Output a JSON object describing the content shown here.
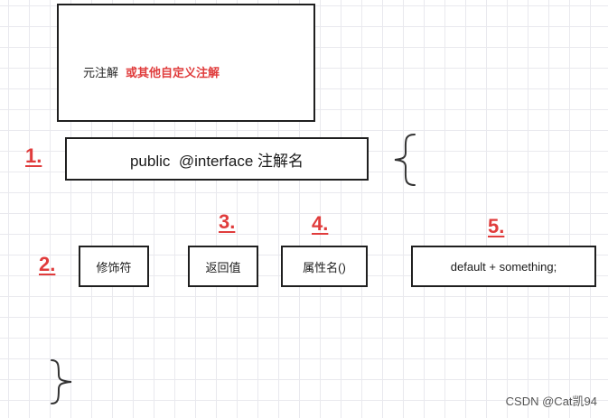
{
  "meta_box": {
    "text": "元注解",
    "text_highlight": "或其他自定义注解"
  },
  "declaration": {
    "text": "public  @interface 注解名"
  },
  "numbers": [
    "1.",
    "2.",
    "3.",
    "4.",
    "5."
  ],
  "boxes": {
    "modifier": "修饰符",
    "return_value": "返回值",
    "property_name": "属性名()",
    "default": "default + something;"
  },
  "watermark": "CSDN @Cat凯94",
  "colors": {
    "accent_red": "#e03c3c",
    "border": "#1f1f1f",
    "grid": "#e9e9ee"
  }
}
